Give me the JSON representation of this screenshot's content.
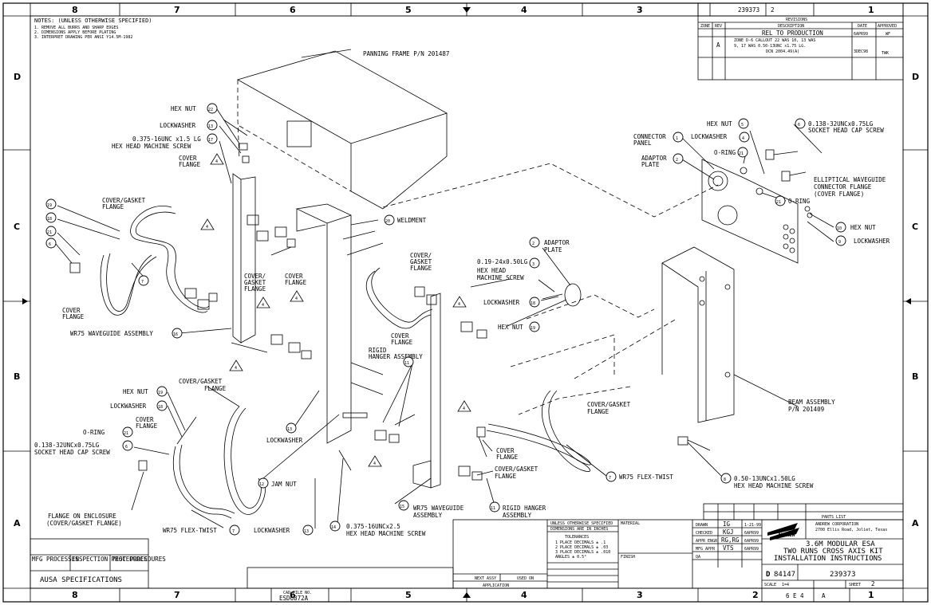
{
  "title_block": {
    "company": "ANDREW CORPORATION",
    "company_addr": "2700 Ellis Road, Joliet, Texas",
    "logo_text": "ANDREW",
    "title_line1": "3.6M MODULAR ESA",
    "title_line2": "TWO RUNS CROSS AXIS KIT",
    "title_line3": "INSTALLATION INSTRUCTIONS",
    "size": "D",
    "fscm": "84147",
    "dwg_no": "239373",
    "rev": "A",
    "scale": "1=4",
    "sheet": "2",
    "sheet_label": "SHEET",
    "scale_label": "SCALE",
    "drawn_label": "DRAWN",
    "checked_label": "CHECKED",
    "eng_appr_label": "APPR ENGR",
    "mfg_appr_label": "MFG APPR",
    "qa_label": "QA",
    "drawn_by": "IG",
    "drawn_date": "1-21-99",
    "checked_by": "KGJ",
    "checked_date": "6APR99",
    "eng_by": "RG,RG",
    "eng_date": "6APR99",
    "mfg_by": "VTS",
    "mfg_date": "6APR99",
    "cad_file": "ESD6872A",
    "cad_label": "CAD FILE NO.",
    "next_assy": "NEXT ASSY",
    "used_on": "USED ON",
    "application": "APPLICATION",
    "finish": "FINISH",
    "material": "MATERIAL",
    "parts_list": "PARTS LIST",
    "part_sheets": "6 E 4"
  },
  "tolerances": {
    "header1": "UNLESS OTHERWISE SPECIFIED",
    "header2": "DIMENSIONS ARE IN INCHES",
    "title": "TOLERANCES",
    "l1": "1 PLACE DECIMALS ± .1",
    "l2": "2 PLACE DECIMALS ± .03",
    "l3": "3 PLACE DECIMALS ± .010",
    "l4": "ANGLES ± 0.5°"
  },
  "top_block": {
    "dwg_no": "239373",
    "sheet": "2",
    "revisions": "REVISIONS",
    "zone": "ZONE",
    "rev": "REV",
    "description": "DESCRIPTION",
    "date": "DATE",
    "approved": "APPROVED",
    "row1_desc": "REL TO PRODUCTION",
    "row1_date": "6APR99",
    "row1_appr": "WF",
    "row2_rev": "A",
    "row2_desc1": "ZONE D-6 CALLOUT 22 WAS 10, 13 WAS",
    "row2_desc2": "9, 17 WAS 0.50-13UNC x1.75 LG.",
    "row2_desc3": "DCN 2004.49(A)",
    "row2_date": "3DEC98",
    "row2_appr": "TWK"
  },
  "spec_box": {
    "mfg": "MFG PROCESSES",
    "insp": "INSPECTION PROCEDURES",
    "test": "TEST PROCEDURES",
    "ausa": "AUSA SPECIFICATIONS"
  },
  "notes": {
    "title": "NOTES: (UNLESS OTHERWISE SPECIFIED)",
    "n1": "1. REMOVE ALL BURRS AND SHARP EDGES",
    "n2": "2. DIMENSIONS APPLY BEFORE PLATING",
    "n3": "3. INTERPRET DRAWING PER ANSI Y14.5M-1982"
  },
  "zones": {
    "cols": [
      "8",
      "7",
      "6",
      "5",
      "4",
      "3",
      "2",
      "1"
    ],
    "rows": [
      "D",
      "C",
      "B",
      "A"
    ]
  },
  "callouts": {
    "panning_frame": "PANNING FRAME P/N 201487",
    "hex_nut": "HEX NUT",
    "lockwasher": "LOCKWASHER",
    "screw_0375": "0.375-16UNC x1.5 LG",
    "hex_head_screw": "HEX HEAD MACHINE SCREW",
    "cover_flange": "COVER FLANGE",
    "cover": "COVER",
    "flange": "FLANGE",
    "cover_gasket_flange": "COVER/GASKET FLANGE",
    "cover_gasket": "COVER/GASKET",
    "cover_gasket_slash": "COVER/",
    "gasket": "GASKET",
    "weldment": "WELDMENT",
    "wr75_wg_assy": "WR75 WAVEGUIDE ASSEMBLY",
    "wr75_flex_twist": "WR75 FLEX-TWIST",
    "wr75_wg": "WR75 WAVEGUIDE",
    "assembly": "ASSEMBLY",
    "rigid_hanger": "RIGID HANGER",
    "rigid_hanger_assy": "RIGID HANGER ASSEMBLY",
    "hanger_assembly": "HANGER ASSEMBLY",
    "rigid": "RIGID",
    "jam_nut": "JAM NUT",
    "screw_0375_25": "0.375-16UNCx2.5",
    "screw_019": "0.19-24x0.50LG",
    "hex_head": "HEX HEAD",
    "machine_screw": "MACHINE SCREW",
    "adaptor_plate": "ADAPTOR",
    "plate": "PLATE",
    "connector_panel": "CONNECTOR",
    "panel": "PANEL",
    "adaptor_plate2": "ADAPTOR",
    "oring": "O-RING",
    "screw_0138": "0.138-32UNCx0.75LG",
    "socket_head": "SOCKET HEAD CAP SCREW",
    "elliptical1": "ELLIPTICAL WAVEGUIDE",
    "elliptical2": "CONNECTOR FLANGE",
    "elliptical3": "(COVER FLANGE)",
    "beam1": "BEAM ASSEMBLY",
    "beam2": "P/N 201409",
    "screw_050": "0.50-13UNCx1.50LG",
    "flange_enclosure1": "FLANGE ON ENCLOSURE",
    "flange_enclosure2": "(COVER/GASKET FLANGE)",
    "screw_0138_b": "0.138-32UNCx0.75LG",
    "socket_head_b": "SOCKET HEAD CAP SCREW"
  },
  "balloons": {
    "b1": "1",
    "b2": "2",
    "b3": "3",
    "b4": "4",
    "b5": "5",
    "b6": "6",
    "b7": "7",
    "b9": "9",
    "b10": "10",
    "b11": "11",
    "b12": "12",
    "b13": "13",
    "b14": "14",
    "b15": "15",
    "b16": "16",
    "b17": "17",
    "b18": "18",
    "b19": "19",
    "b20": "20",
    "b21": "21",
    "b22": "22",
    "b8": "8",
    "tri": "4"
  }
}
